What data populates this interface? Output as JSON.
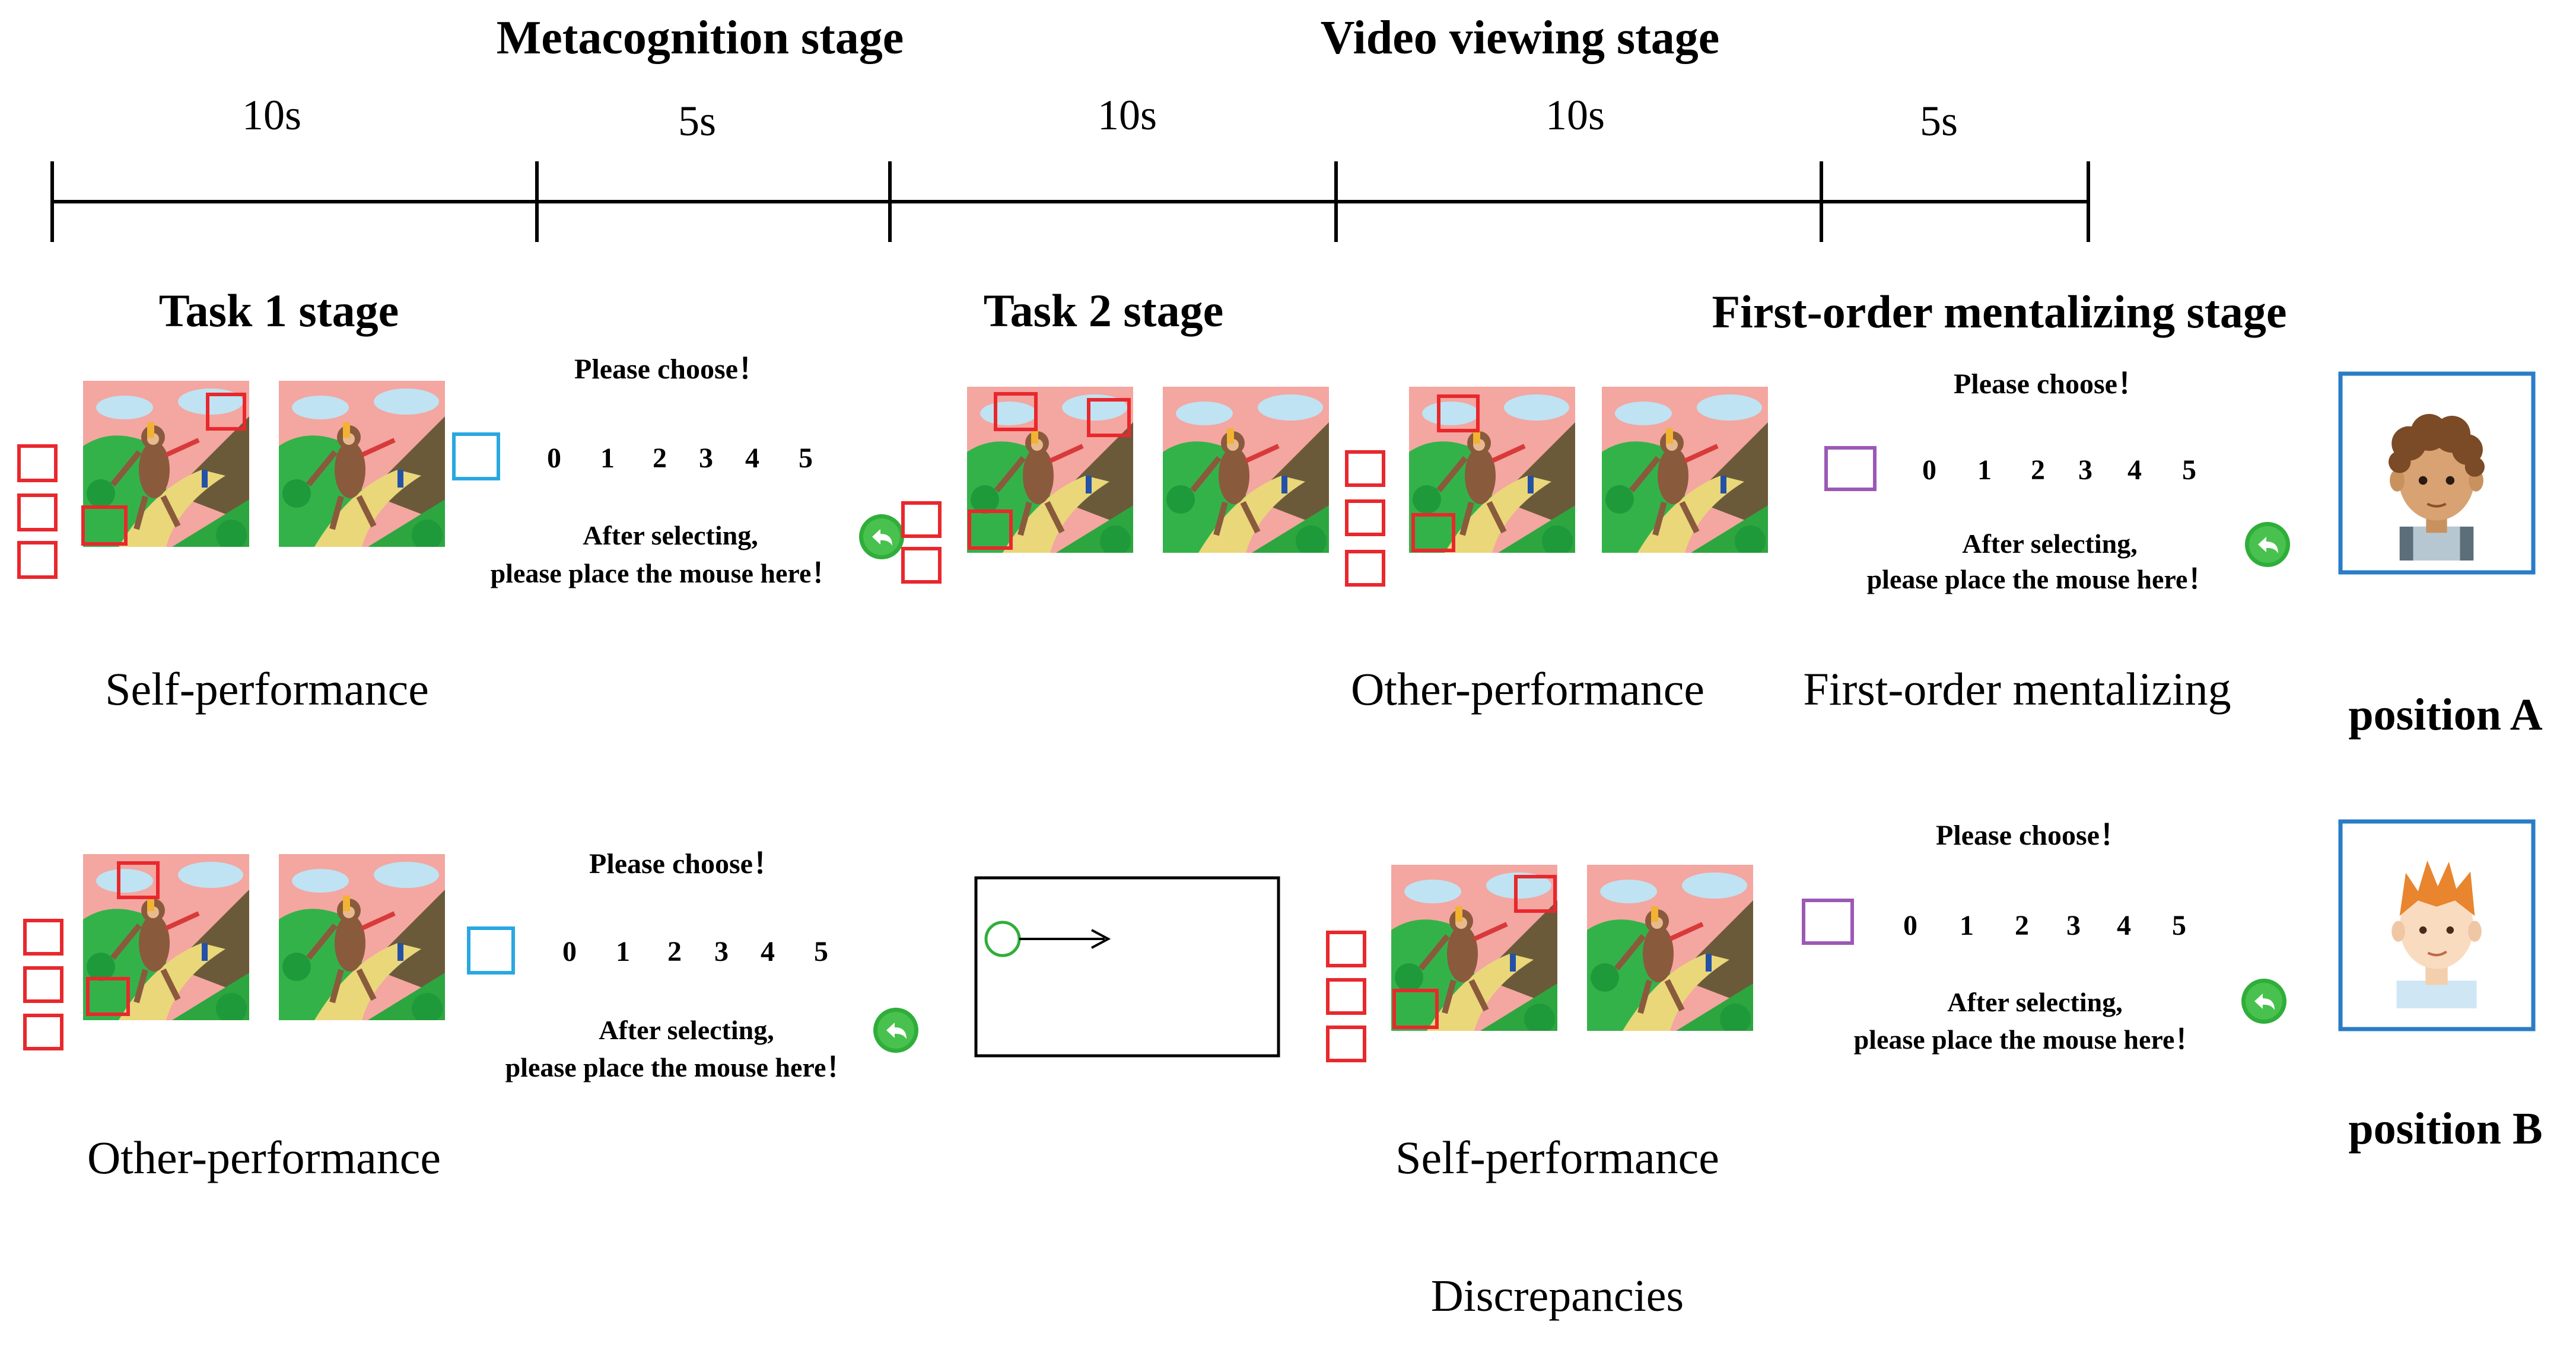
{
  "headers": {
    "metacognition_stage": "Metacognition stage",
    "video_viewing_stage": "Video viewing stage"
  },
  "timeline": {
    "durations": [
      "10s",
      "5s",
      "10s",
      "10s",
      "5s"
    ]
  },
  "stages": {
    "task1": "Task 1 stage",
    "task2": "Task 2 stage",
    "first_order": "First-order mentalizing stage"
  },
  "rating_panel": {
    "prompt": "Please choose！",
    "scale": [
      "0",
      "1",
      "2",
      "3",
      "4",
      "5"
    ],
    "instruction_line1": "After selecting,",
    "instruction_line2": "please place the mouse here！"
  },
  "labels": {
    "self_performance": "Self-performance",
    "other_performance": "Other-performance",
    "first_order_mentalizing": "First-order mentalizing",
    "discrepancies": "Discrepancies",
    "position_a": "position A",
    "position_b": "position B"
  },
  "colors": {
    "marker_red": "#e8282d",
    "cyan_box": "#29a8e0",
    "purple_box": "#9b59b6",
    "frame_blue": "#2a7cc7",
    "button_green": "#2fae3a"
  }
}
